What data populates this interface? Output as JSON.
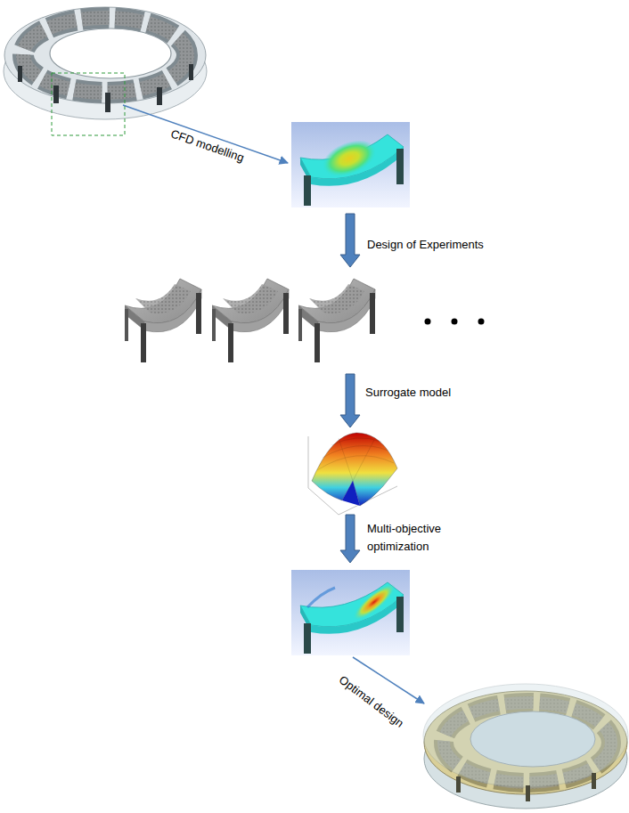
{
  "diagram": {
    "labels": [
      "CFD modelling",
      "Design of Experiments",
      "Surrogate model",
      "Multi-objective optimization",
      "Optimal design"
    ]
  }
}
